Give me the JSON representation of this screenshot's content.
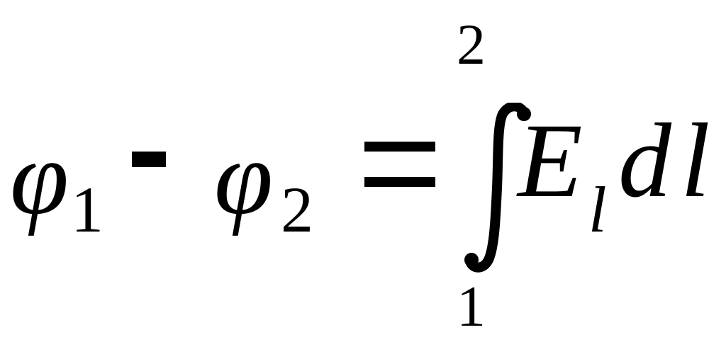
{
  "formula": {
    "lhs": {
      "phi_1": {
        "symbol": "φ",
        "subscript": "1"
      },
      "operator": "-",
      "phi_2": {
        "symbol": "φ",
        "subscript": "2"
      }
    },
    "relation": "=",
    "rhs": {
      "integral": {
        "upper_limit": "2",
        "lower_limit": "1"
      },
      "field": {
        "symbol": "E",
        "subscript": "l"
      },
      "differential": {
        "d": "d",
        "variable": "l"
      }
    }
  }
}
